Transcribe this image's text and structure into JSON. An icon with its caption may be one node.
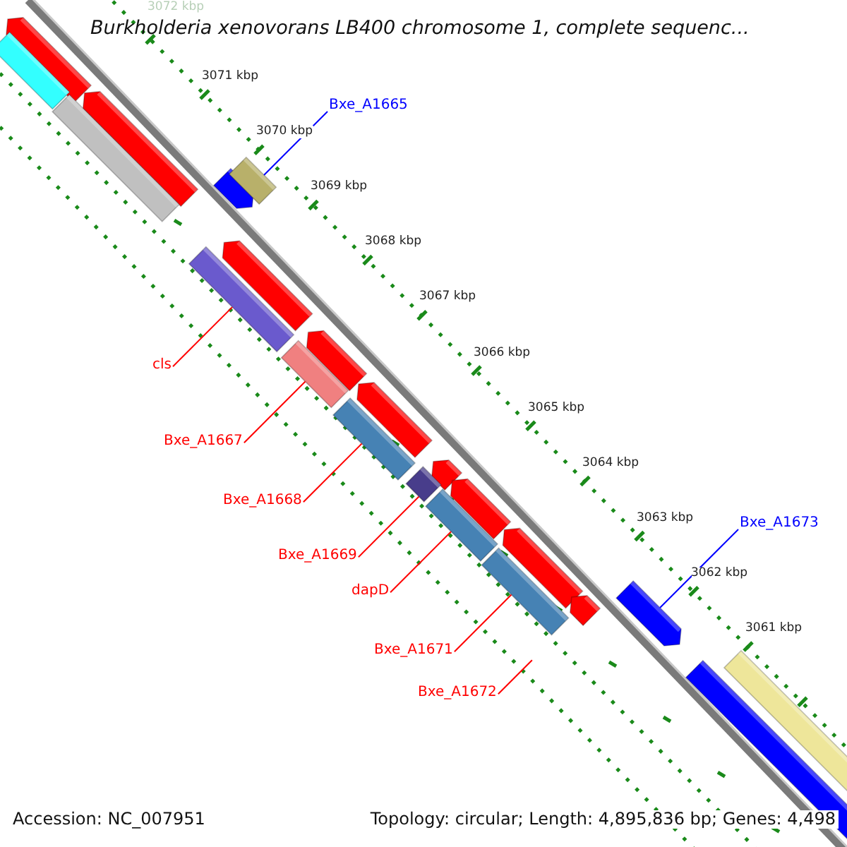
{
  "diagram": {
    "title": "Burkholderia xenovorans LB400 chromosome 1, complete sequenc...",
    "nodes": [
      {
        "text": [
          "Bxe_A1665"
        ]
      },
      {
        "text": [
          "cls"
        ]
      },
      {
        "text": [
          "Bxe_A1667"
        ]
      },
      {
        "text": [
          "Bxe_A1668"
        ]
      },
      {
        "text": [
          "Bxe_A1669"
        ]
      },
      {
        "text": [
          "dapD"
        ]
      },
      {
        "text": [
          "Bxe_A1671"
        ]
      },
      {
        "text": [
          "Bxe_A1672"
        ]
      },
      {
        "text": [
          "Bxe_A1673"
        ]
      },
      {
        "text": [],
        "shape": "bar"
      },
      {
        "text": [],
        "shape": "bar"
      },
      {
        "text": [],
        "shape": "bar"
      },
      {
        "text": [],
        "shape": "bar"
      },
      {
        "text": [],
        "shape": "bar"
      },
      {
        "text": [],
        "shape": "bar"
      },
      {
        "text": [],
        "shape": "bar"
      },
      {
        "text": [],
        "shape": "arrow"
      }
    ],
    "edges": [
      {
        "from": 0,
        "to": 9,
        "arrow": "none",
        "color": "#0000ff"
      },
      {
        "from": 1,
        "to": 10,
        "arrow": "none"
      },
      {
        "from": 2,
        "to": 11,
        "arrow": "none"
      },
      {
        "from": 3,
        "to": 12,
        "arrow": "none"
      },
      {
        "from": 4,
        "to": 13,
        "arrow": "none"
      },
      {
        "from": 5,
        "to": 14,
        "arrow": "none"
      },
      {
        "from": 6,
        "to": 15,
        "arrow": "none"
      },
      {
        "from": 7,
        "to": null,
        "arrow": "none"
      },
      {
        "from": 8,
        "to": 16,
        "arrow": "none",
        "color": "#0000ff"
      }
    ],
    "labels": [
      "3072 kbp",
      "3071 kbp",
      "3070 kbp",
      "3069 kbp",
      "3068 kbp",
      "3067 kbp",
      "3066 kbp",
      "3065 kbp",
      "3064 kbp",
      "3063 kbp",
      "3062 kbp",
      "3061 kbp",
      "Accession: NC_007951",
      "Topology: circular; Length: 4,895,836 bp; Genes: 4,498"
    ]
  }
}
